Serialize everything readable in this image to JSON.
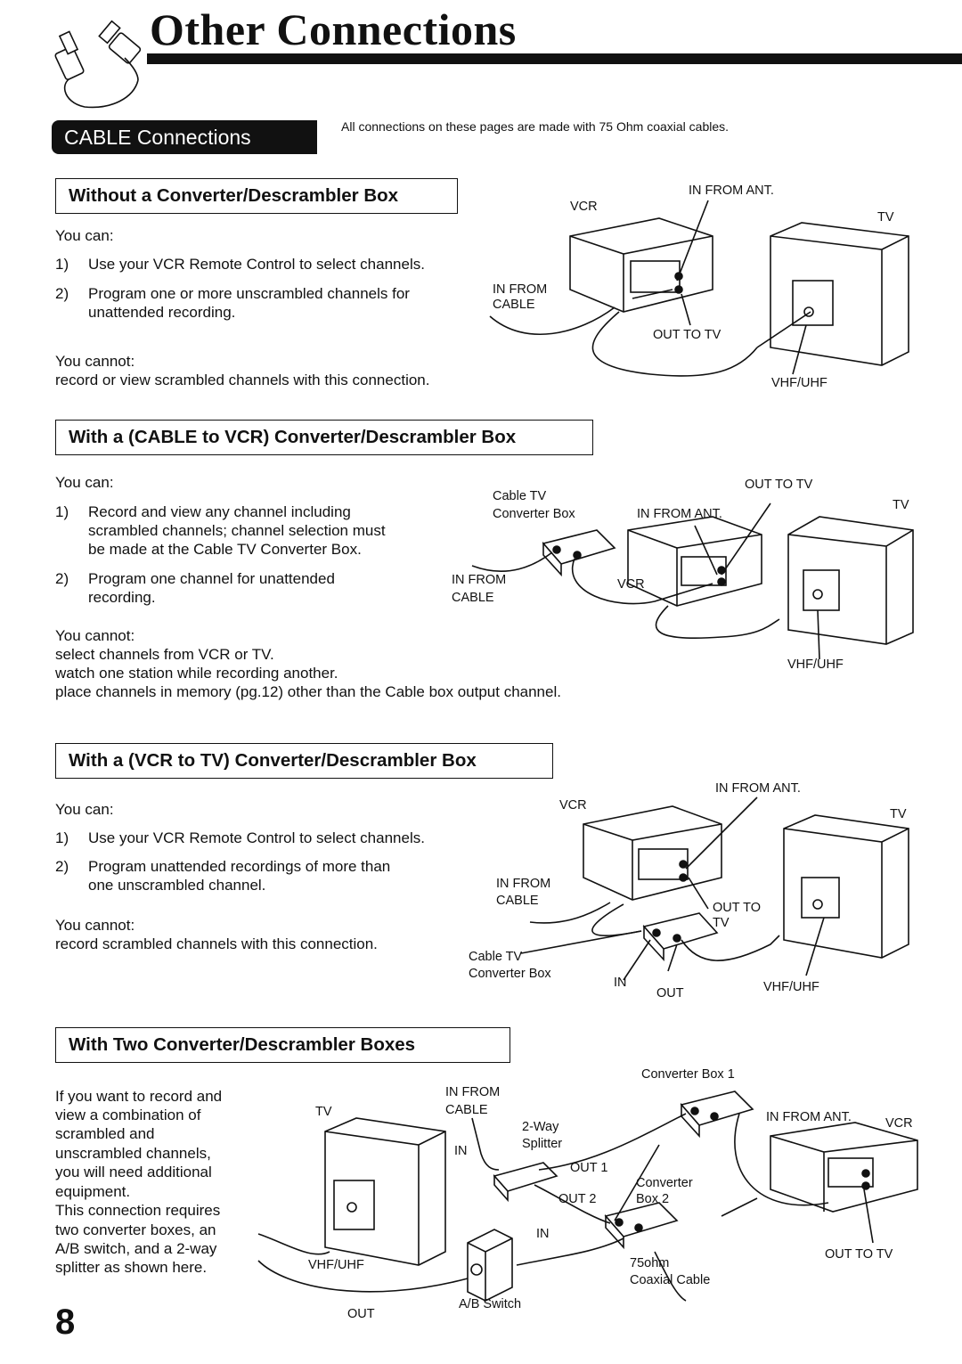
{
  "header": {
    "title": "Other Connections",
    "badge": "CABLE Connections",
    "note": "All connections on these pages are made with 75 Ohm coaxial cables."
  },
  "sections": [
    {
      "heading": "Without a Converter/Descrambler Box",
      "you_can": "You can:",
      "items": [
        {
          "n": "1)",
          "lines": [
            "Use your VCR Remote Control to select channels."
          ]
        },
        {
          "n": "2)",
          "lines": [
            "Program one or more unscrambled channels for",
            "unattended recording."
          ]
        }
      ],
      "you_cannot": "You cannot:",
      "cannot_lines": [
        "record or view scrambled channels with this connection."
      ],
      "labels": {
        "vcr": "VCR",
        "in_from_ant": "IN FROM ANT.",
        "tv": "TV",
        "in_from": "IN FROM",
        "cable": "CABLE",
        "out_to_tv": "OUT TO TV",
        "vhf_uhf": "VHF/UHF"
      }
    },
    {
      "heading": "With a (CABLE to VCR) Converter/Descrambler Box",
      "you_can": "You can:",
      "items": [
        {
          "n": "1)",
          "lines": [
            "Record and view any channel including",
            "scrambled channels; channel selection must",
            "be made at the Cable TV Converter Box."
          ]
        },
        {
          "n": "2)",
          "lines": [
            "Program one channel for unattended",
            "recording."
          ]
        }
      ],
      "you_cannot": "You cannot:",
      "cannot_lines": [
        "select channels from VCR or TV.",
        "watch one station while recording another.",
        "place channels in memory (pg.12) other than the Cable box output channel."
      ],
      "labels": {
        "cable_tv": "Cable TV",
        "converter_box": "Converter Box",
        "in_from_ant": "IN FROM ANT.",
        "out_to_tv": "OUT TO TV",
        "tv": "TV",
        "vcr": "VCR",
        "in_from": "IN FROM",
        "cable": "CABLE",
        "vhf_uhf": "VHF/UHF"
      }
    },
    {
      "heading": "With a (VCR to TV) Converter/Descrambler Box",
      "you_can": "You can:",
      "items": [
        {
          "n": "1)",
          "lines": [
            "Use your VCR Remote Control to select channels."
          ]
        },
        {
          "n": "2)",
          "lines": [
            "Program unattended recordings of more than",
            "one unscrambled channel."
          ]
        }
      ],
      "you_cannot": "You cannot:",
      "cannot_lines": [
        "record scrambled channels with this connection."
      ],
      "labels": {
        "in_from_ant": "IN FROM ANT.",
        "vcr": "VCR",
        "tv": "TV",
        "in_from": "IN FROM",
        "cable": "CABLE",
        "out_to": "OUT TO",
        "tv2": "TV",
        "cable_tv": "Cable TV",
        "converter_box": "Converter Box",
        "in": "IN",
        "out": "OUT",
        "vhf_uhf": "VHF/UHF"
      }
    },
    {
      "heading": "With Two Converter/Descrambler Boxes",
      "paragraph": [
        "If you want to record and",
        "view a combination of",
        "scrambled and",
        "unscrambled channels,",
        "you will need additional",
        "equipment.",
        "This connection requires",
        "two converter boxes, an",
        "A/B switch, and a 2-way",
        "splitter as shown here."
      ],
      "labels": {
        "converter_box_1": "Converter Box 1",
        "in_from": "IN FROM",
        "cable": "CABLE",
        "tv": "TV",
        "two_way": "2-Way",
        "splitter": "Splitter",
        "in": "IN",
        "out1": "OUT 1",
        "out2": "OUT 2",
        "converter": "Converter",
        "box2": "Box 2",
        "in_from_ant": "IN FROM ANT.",
        "vcr": "VCR",
        "in2": "IN",
        "ohm75": "75ohm",
        "coaxial_cable": "Coaxial Cable",
        "out_to_tv": "OUT TO TV",
        "vhf_uhf": "VHF/UHF",
        "out": "OUT",
        "ab_switch": "A/B Switch"
      }
    }
  ],
  "page_number": "8"
}
